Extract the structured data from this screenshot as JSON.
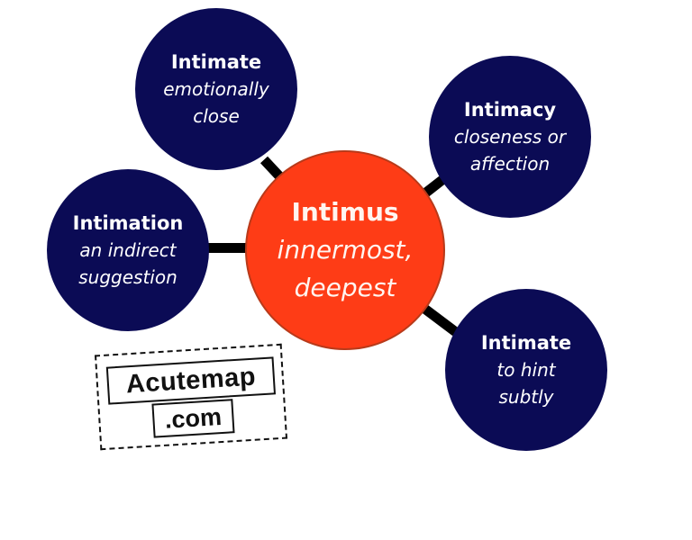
{
  "center": {
    "word": "Intimus",
    "meaning": "innermost,\ndeepest"
  },
  "nodes": [
    {
      "word": "Intimate",
      "meaning": "emotionally\nclose"
    },
    {
      "word": "Intimacy",
      "meaning": "closeness or\naffection"
    },
    {
      "word": "Intimation",
      "meaning": "an indirect\nsuggestion"
    },
    {
      "word": "Intimate",
      "meaning": "to hint\nsubtly"
    }
  ],
  "logo": {
    "line1": "Acutemap",
    "line2": ".com"
  },
  "colors": {
    "outer_node": "#0b0b55",
    "center_node": "#fe3c16",
    "connector": "#000000"
  }
}
